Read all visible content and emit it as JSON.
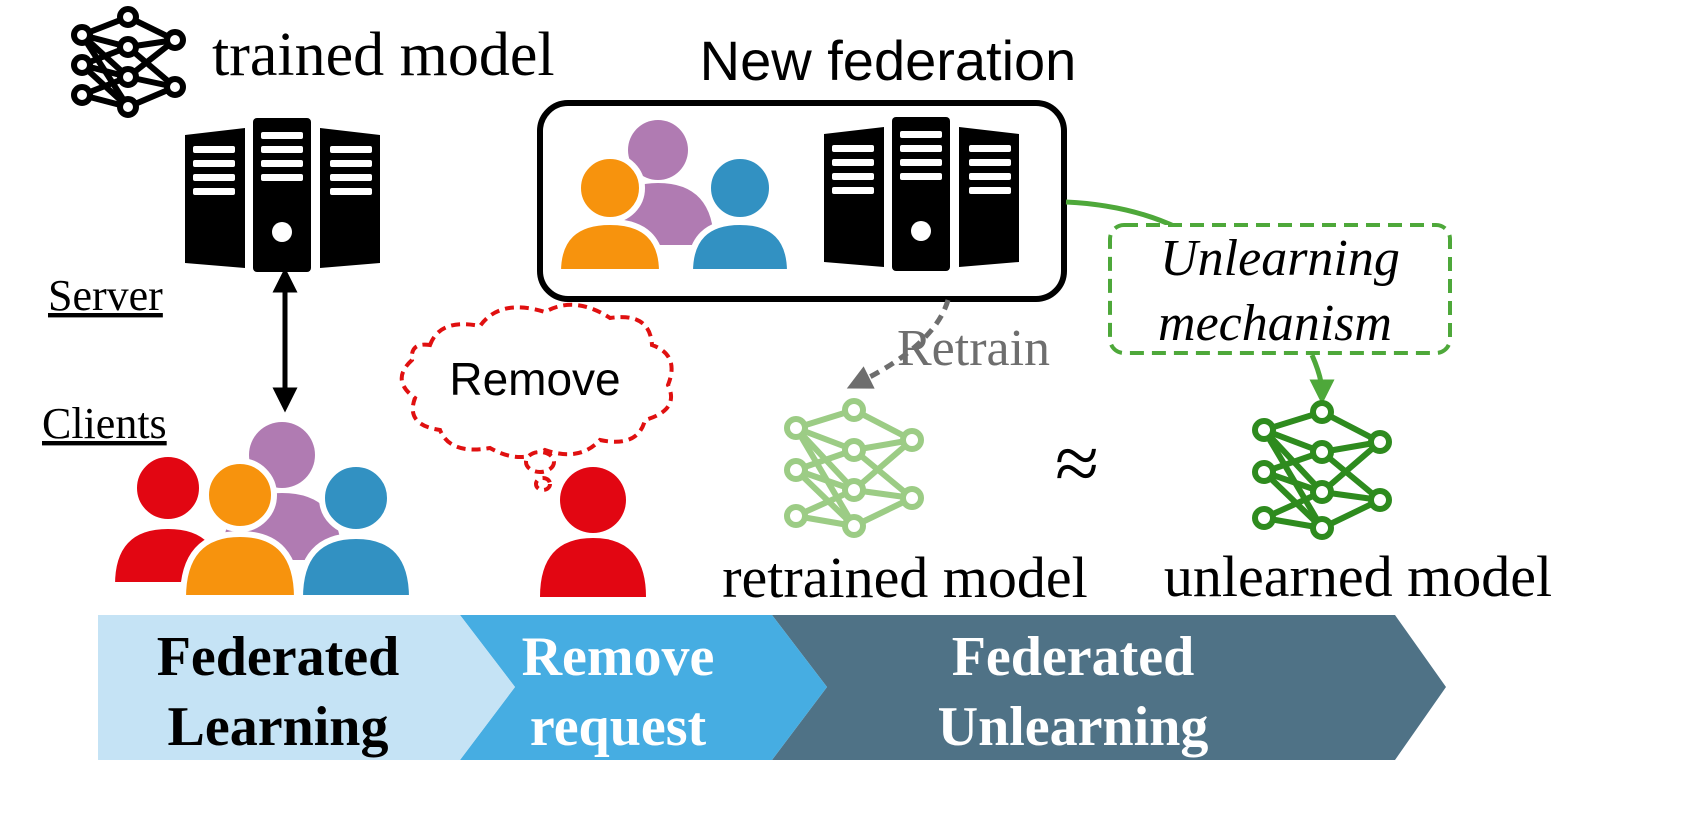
{
  "labels": {
    "trained_model": "trained model",
    "new_federation": "New federation",
    "server": "Server",
    "clients": "Clients",
    "remove": "Remove",
    "retrain": "Retrain",
    "unlearning_line1": "Unlearning",
    "unlearning_line2": "mechanism",
    "approx": "≈",
    "retrained_model": "retrained model",
    "unlearned_model": "unlearned model"
  },
  "stages": [
    {
      "line1": "Federated",
      "line2": "Learning",
      "color": "#c5e3f5",
      "text_color": "#000000"
    },
    {
      "line1": "Remove",
      "line2": "request",
      "color": "#46ade2",
      "text_color": "#ffffff"
    },
    {
      "line1": "Federated",
      "line2": "Unlearning",
      "color": "#4f7286",
      "text_color": "#ffffff"
    }
  ],
  "colors": {
    "person_red": "#e20612",
    "person_orange": "#f7930d",
    "person_purple": "#b07bb2",
    "person_blue": "#3291c2",
    "model_light_green": "#9ccc85",
    "model_dark_green": "#2e8b1e",
    "dashed_green": "#4ea83a",
    "dashed_red": "#e01010",
    "retrain_gray": "#6e6e6e"
  },
  "icons": [
    "neural-network-icon",
    "server-icon",
    "person-icon",
    "thought-cloud-icon"
  ]
}
